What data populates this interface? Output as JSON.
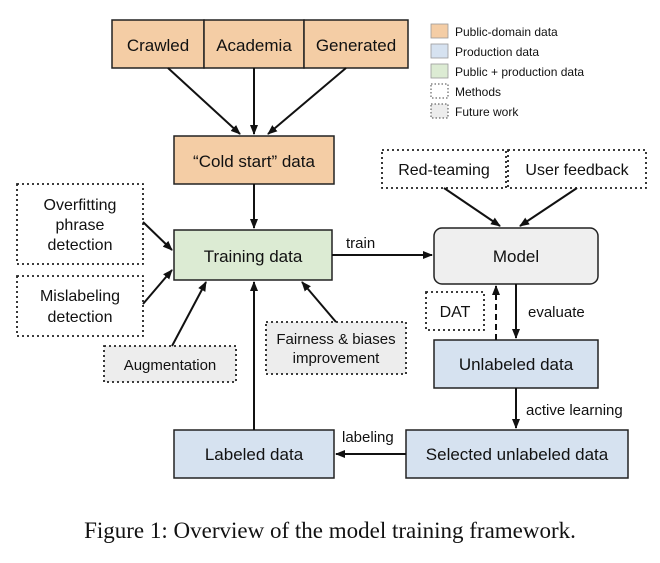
{
  "colors": {
    "public": "#F4CDA5",
    "production": "#D6E2F0",
    "mixed": "#DCEBD3",
    "model": "#EFEFEF",
    "future": "#EDEDED",
    "border": "#222222"
  },
  "legend": [
    {
      "kind": "public",
      "label": "Public-domain data"
    },
    {
      "kind": "production",
      "label": "Production data"
    },
    {
      "kind": "mixed",
      "label": "Public + production data"
    },
    {
      "kind": "methods",
      "label": "Methods"
    },
    {
      "kind": "future",
      "label": "Future work"
    }
  ],
  "nodes": {
    "crawled": "Crawled",
    "academia": "Academia",
    "generated": "Generated",
    "cold_start": "“Cold start” data",
    "training_data": "Training data",
    "model": "Model",
    "unlabeled": "Unlabeled data",
    "selected_unlabeled": "Selected unlabeled data",
    "labeled": "Labeled data",
    "overfitting": [
      "Overfitting",
      "phrase",
      "detection"
    ],
    "mislabeling": [
      "Mislabeling",
      "detection"
    ],
    "augmentation": "Augmentation",
    "fairness": [
      "Fairness & biases",
      "improvement"
    ],
    "red_teaming": "Red-teaming",
    "user_feedback": "User feedback",
    "dat": "DAT"
  },
  "edge_labels": {
    "train": "train",
    "evaluate": "evaluate",
    "active_learning": "active learning",
    "labeling": "labeling"
  },
  "caption": "Figure 1: Overview of the model training framework."
}
